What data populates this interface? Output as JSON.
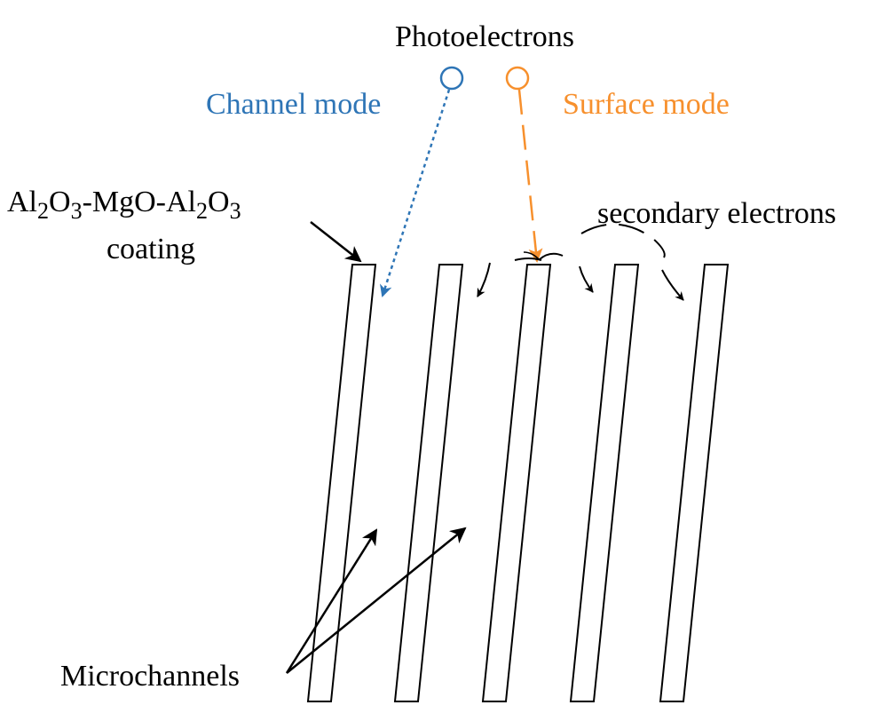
{
  "labels": {
    "photoelectrons": "Photoelectrons",
    "channel_mode": "Channel mode",
    "surface_mode": "Surface mode",
    "coating_line2": "coating",
    "secondary_electrons": "secondary electrons",
    "microchannels": "Microchannels"
  },
  "coating_formula": {
    "al": "Al",
    "two": "2",
    "o": "O",
    "three": "3",
    "mid": "-MgO-"
  },
  "colors": {
    "channel_mode": "#2E75B6",
    "surface_mode": "#F7902D",
    "ink": "#000000"
  }
}
